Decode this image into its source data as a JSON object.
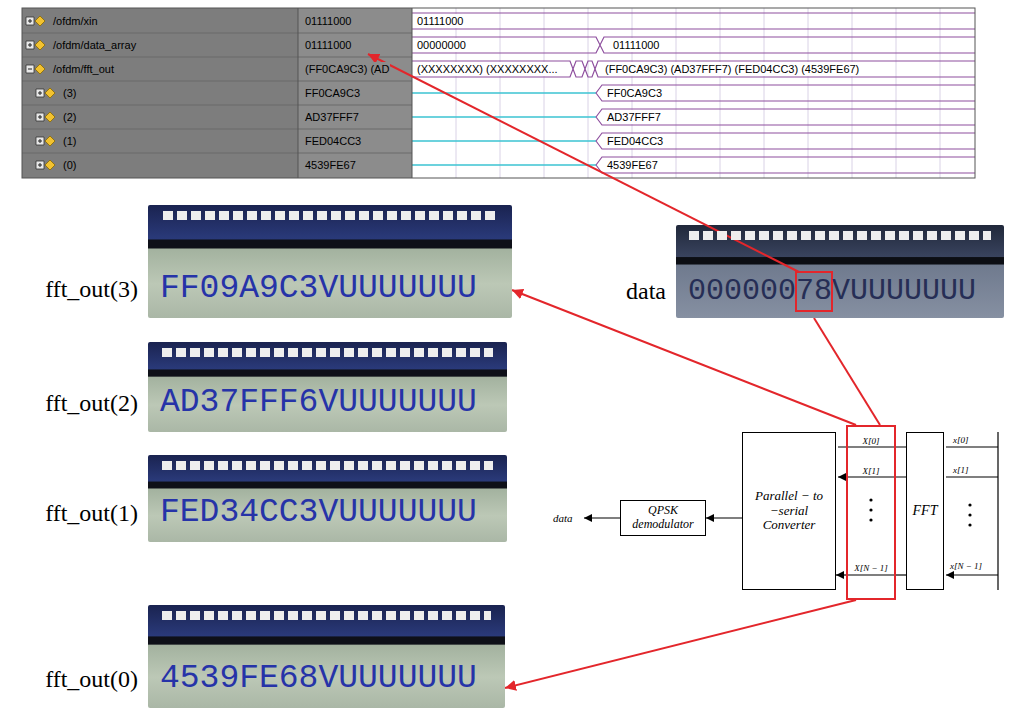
{
  "diagram": {
    "nodes": [
      {
        "text": [
          "fft_out(3)",
          "FF09A9C3VUUUUUUU"
        ]
      },
      {
        "text": [
          "data",
          "00000078VUUUUUUU"
        ]
      },
      {
        "text": [
          "fft_out(2)",
          "AD37FFF6VUUUUUUU"
        ]
      },
      {
        "text": [
          "fft_out(1)",
          "FED34CC3VUUUUUUU"
        ]
      },
      {
        "text": [
          "fft_out(0)",
          "4539FE68VUUUUUUU"
        ]
      },
      {
        "text": [
          "QPSK demodulator"
        ]
      },
      {
        "text": [
          "Parallel − to −serial Converter"
        ]
      },
      {
        "text": [
          "X[0]",
          "X[1]",
          "X[N − 1]"
        ]
      },
      {
        "text": [
          "FFT"
        ]
      }
    ],
    "edges": [
      {
        "from": 7,
        "to": 0,
        "arrow": "to"
      },
      {
        "from": 7,
        "to": 1,
        "arrow": "none"
      },
      {
        "from": 7,
        "to": 4,
        "arrow": "to"
      },
      {
        "from": 6,
        "to": 5,
        "arrow": "to"
      },
      {
        "from": 8,
        "to": 7,
        "arrow": "none"
      },
      {
        "from": 7,
        "to": 6,
        "arrow": "to"
      }
    ],
    "labels": [
      "/ofdm/xin",
      "01111000",
      "01111000",
      "/ofdm/data_array",
      "01111000",
      "00000000",
      "01111000",
      "/ofdm/fft_out",
      "(FF0CA9C3) (AD",
      "(XXXXXXXX) (XXXXXXXX...",
      "(FF0CA9C3) (AD37FFF7) (FED04CC3) (4539FE67)",
      "(3)",
      "FF0CA9C3",
      "FF0CA9C3",
      "(2)",
      "AD37FFF7",
      "AD37FFF7",
      "(1)",
      "FED04CC3",
      "FED04CC3",
      "(0)",
      "4539FE67",
      "4539FE67",
      "data",
      "x[0]",
      "x[1]",
      "x[N − 1]"
    ]
  }
}
